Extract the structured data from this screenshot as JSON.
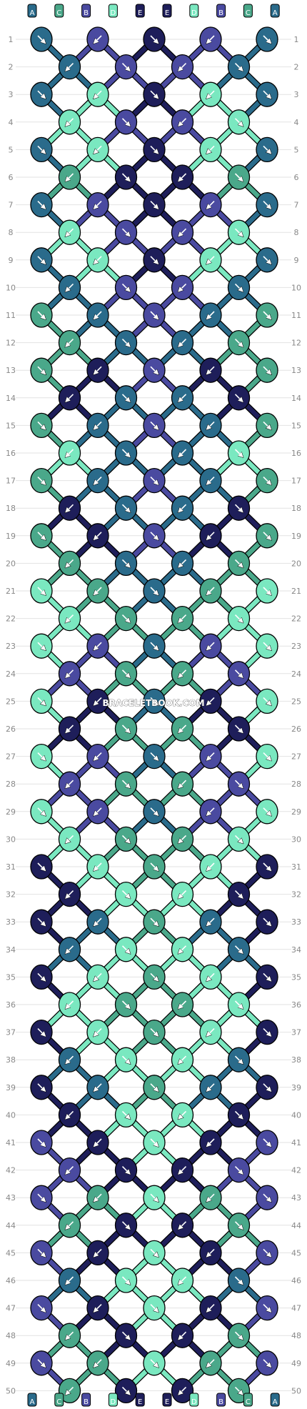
{
  "watermark": "BRACELETBOOK.COM",
  "colors": {
    "A": "#2a6b8b",
    "B": "#4a4aa0",
    "C": "#4aa88a",
    "D": "#7ae8c0",
    "E": "#1e1e5a"
  },
  "strings": [
    "A",
    "C",
    "B",
    "D",
    "E",
    "E",
    "D",
    "B",
    "C",
    "A"
  ],
  "row_labels": [
    "1",
    "2",
    "3",
    "4",
    "5",
    "6",
    "7",
    "8",
    "9",
    "10",
    "11",
    "12",
    "13",
    "14",
    "15",
    "16",
    "17",
    "18",
    "19",
    "20",
    "21",
    "22",
    "23",
    "24",
    "25",
    "26",
    "27",
    "28",
    "29",
    "30",
    "31",
    "32",
    "33",
    "34",
    "35",
    "36",
    "37",
    "38",
    "39",
    "40",
    "41",
    "42",
    "43",
    "44",
    "45",
    "46",
    "47",
    "48",
    "49",
    "50"
  ],
  "knot_colors": [
    [
      "A",
      "B",
      "E",
      "B",
      "A"
    ],
    [
      "A",
      "B",
      "B",
      "A"
    ],
    [
      "A",
      "D",
      "E",
      "D",
      "A"
    ],
    [
      "D",
      "B",
      "B",
      "D"
    ],
    [
      "A",
      "D",
      "E",
      "D",
      "A"
    ],
    [
      "C",
      "E",
      "E",
      "C"
    ],
    [
      "A",
      "B",
      "E",
      "B",
      "A"
    ],
    [
      "D",
      "B",
      "B",
      "D"
    ],
    [
      "A",
      "D",
      "E",
      "D",
      "A"
    ],
    [
      "A",
      "B",
      "B",
      "A"
    ],
    [
      "C",
      "A",
      "B",
      "A",
      "C"
    ],
    [
      "C",
      "A",
      "A",
      "C"
    ],
    [
      "C",
      "E",
      "B",
      "E",
      "C"
    ],
    [
      "E",
      "A",
      "A",
      "E"
    ],
    [
      "C",
      "A",
      "B",
      "A",
      "C"
    ],
    [
      "D",
      "A",
      "A",
      "D"
    ],
    [
      "C",
      "A",
      "B",
      "A",
      "C"
    ],
    [
      "E",
      "A",
      "A",
      "E"
    ],
    [
      "C",
      "E",
      "B",
      "E",
      "C"
    ],
    [
      "C",
      "A",
      "A",
      "C"
    ],
    [
      "D",
      "C",
      "A",
      "C",
      "D"
    ],
    [
      "D",
      "C",
      "C",
      "D"
    ],
    [
      "D",
      "B",
      "A",
      "B",
      "D"
    ],
    [
      "B",
      "C",
      "C",
      "B"
    ],
    [
      "D",
      "E",
      "A",
      "E",
      "D"
    ],
    [
      "E",
      "C",
      "C",
      "E"
    ],
    [
      "D",
      "B",
      "A",
      "B",
      "D"
    ],
    [
      "B",
      "C",
      "C",
      "B"
    ],
    [
      "D",
      "B",
      "A",
      "B",
      "D"
    ],
    [
      "D",
      "C",
      "C",
      "D"
    ],
    [
      "E",
      "D",
      "C",
      "D",
      "E"
    ],
    [
      "E",
      "D",
      "D",
      "E"
    ],
    [
      "E",
      "A",
      "C",
      "A",
      "E"
    ],
    [
      "A",
      "D",
      "D",
      "A"
    ],
    [
      "E",
      "D",
      "C",
      "D",
      "E"
    ],
    [
      "D",
      "C",
      "C",
      "D"
    ],
    [
      "E",
      "D",
      "C",
      "D",
      "E"
    ],
    [
      "A",
      "D",
      "D",
      "A"
    ],
    [
      "E",
      "A",
      "C",
      "A",
      "E"
    ],
    [
      "E",
      "D",
      "D",
      "E"
    ],
    [
      "B",
      "E",
      "D",
      "E",
      "B"
    ],
    [
      "B",
      "E",
      "E",
      "B"
    ],
    [
      "B",
      "C",
      "D",
      "C",
      "B"
    ],
    [
      "C",
      "E",
      "E",
      "C"
    ],
    [
      "B",
      "E",
      "D",
      "E",
      "B"
    ],
    [
      "A",
      "D",
      "D",
      "A"
    ],
    [
      "B",
      "E",
      "D",
      "E",
      "B"
    ],
    [
      "C",
      "E",
      "E",
      "C"
    ],
    [
      "B",
      "C",
      "D",
      "C",
      "B"
    ],
    [
      "C",
      "E",
      "E",
      "C"
    ]
  ]
}
